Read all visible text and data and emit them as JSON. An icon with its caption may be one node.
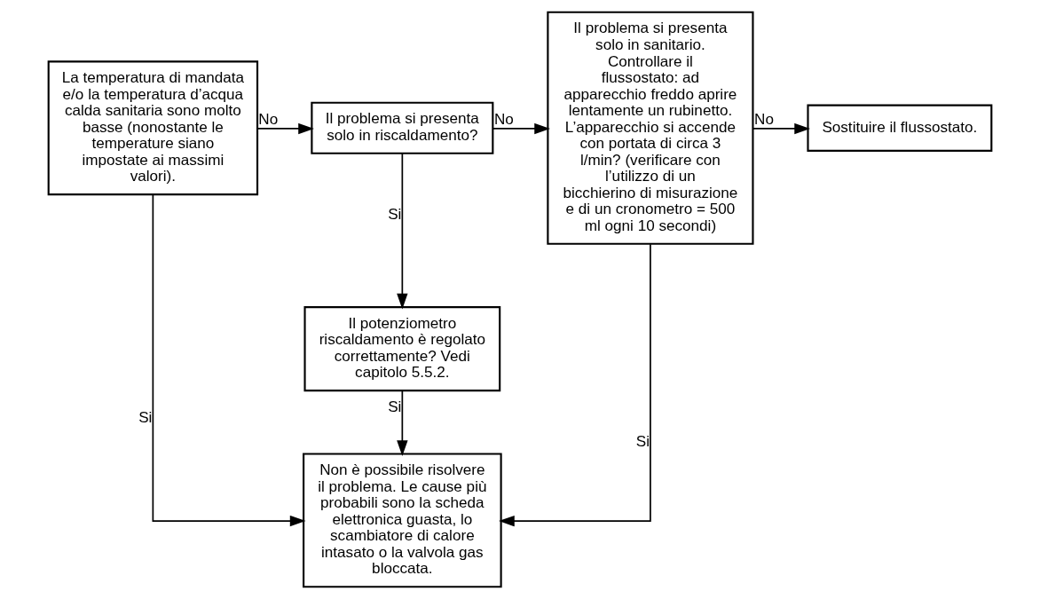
{
  "diagram": {
    "nodes": [
      {
        "text": [
          "La temperatura di mandata e/o la temperatura d’acqua calda sanitaria sono molto basse (nonostante le temperature siano impostate ai massimi valori)."
        ]
      },
      {
        "text": [
          "Il problema si presenta solo in riscaldamento?"
        ]
      },
      {
        "text": [
          "Il problema si presenta solo in sanitario. Controllare il flussostato: ad apparecchio freddo aprire lentamente un rubinetto. L’apparecchio si accende con portata di circa 3 l/min? (verificare con l’utilizzo di un bicchierino di misurazione e di un cronometro = 500 ml ogni 10 secondi)"
        ]
      },
      {
        "text": [
          "Sostituire il flussostato."
        ]
      },
      {
        "text": [
          "Il potenziometro riscaldamento è regolato correttamente? Vedi capitolo 5.5.2."
        ]
      },
      {
        "text": [
          "Non è possibile risolvere il problema. Le cause più probabili sono la scheda elettronica guasta, lo scambiatore di calore intasato o la valvola gas bloccata."
        ]
      }
    ],
    "edges": [
      {
        "from": 0,
        "to": 1,
        "arrow": "to",
        "label": "No"
      },
      {
        "from": 1,
        "to": 2,
        "arrow": "to",
        "label": "No"
      },
      {
        "from": 2,
        "to": 3,
        "arrow": "to",
        "label": "No"
      },
      {
        "from": 1,
        "to": 4,
        "arrow": "to",
        "label": "Si"
      },
      {
        "from": 4,
        "to": 5,
        "arrow": "to",
        "label": "Si"
      },
      {
        "from": 0,
        "to": 5,
        "arrow": "to",
        "label": "Si"
      },
      {
        "from": 2,
        "to": 5,
        "arrow": "to",
        "label": "Si"
      }
    ]
  }
}
